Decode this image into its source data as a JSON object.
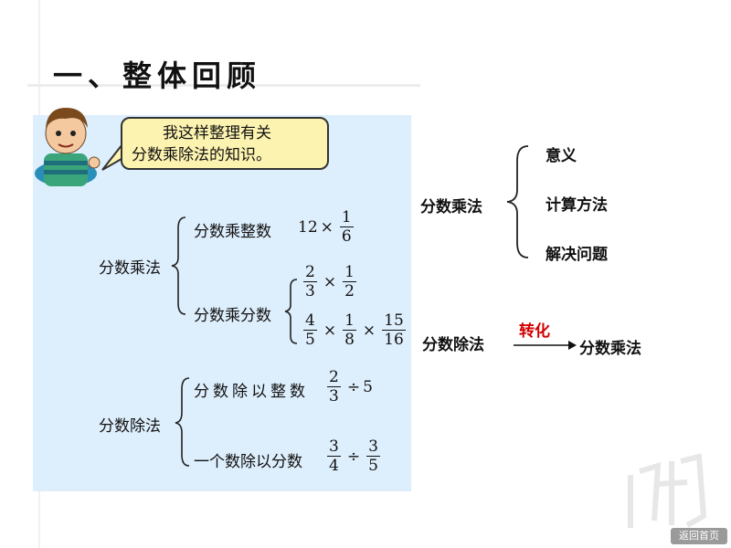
{
  "title": "一、整体回顾",
  "bubble": {
    "line1": "我这样整理有关",
    "line2": "分数乘除法的知识。"
  },
  "left_tree": {
    "mult": {
      "root": "分数乘法",
      "branch1": {
        "label": "分数乘整数",
        "whole": "12",
        "op": "×",
        "num": "1",
        "den": "6"
      },
      "branch2": {
        "label": "分数乘分数",
        "e1": {
          "n1": "2",
          "d1": "3",
          "op": "×",
          "n2": "1",
          "d2": "2"
        },
        "e2": {
          "n1": "4",
          "d1": "5",
          "op1": "×",
          "n2": "1",
          "d2": "8",
          "op2": "×",
          "n3": "15",
          "d3": "16"
        }
      }
    },
    "div": {
      "root": "分数除法",
      "branch1": {
        "label": "分数除以整数",
        "num": "2",
        "den": "3",
        "op": "÷",
        "whole": "5"
      },
      "branch2": {
        "label": "一个数除以分数",
        "n1": "3",
        "d1": "4",
        "op": "÷",
        "n2": "3",
        "d2": "5"
      }
    }
  },
  "right_tree": {
    "root": "分数乘法",
    "items": [
      "意义",
      "计算方法",
      "解决问题"
    ]
  },
  "conversion": {
    "from": "分数除法",
    "arrow_label": "转化",
    "to": "分数乘法"
  },
  "back_button": "返回首页",
  "colors": {
    "panel": "#ddeefc",
    "bubble": "#fdf3b0",
    "accent": "#d00000"
  },
  "icons": {
    "character": "boy-cartoon-icon",
    "watermark": "seal-watermark-icon"
  }
}
